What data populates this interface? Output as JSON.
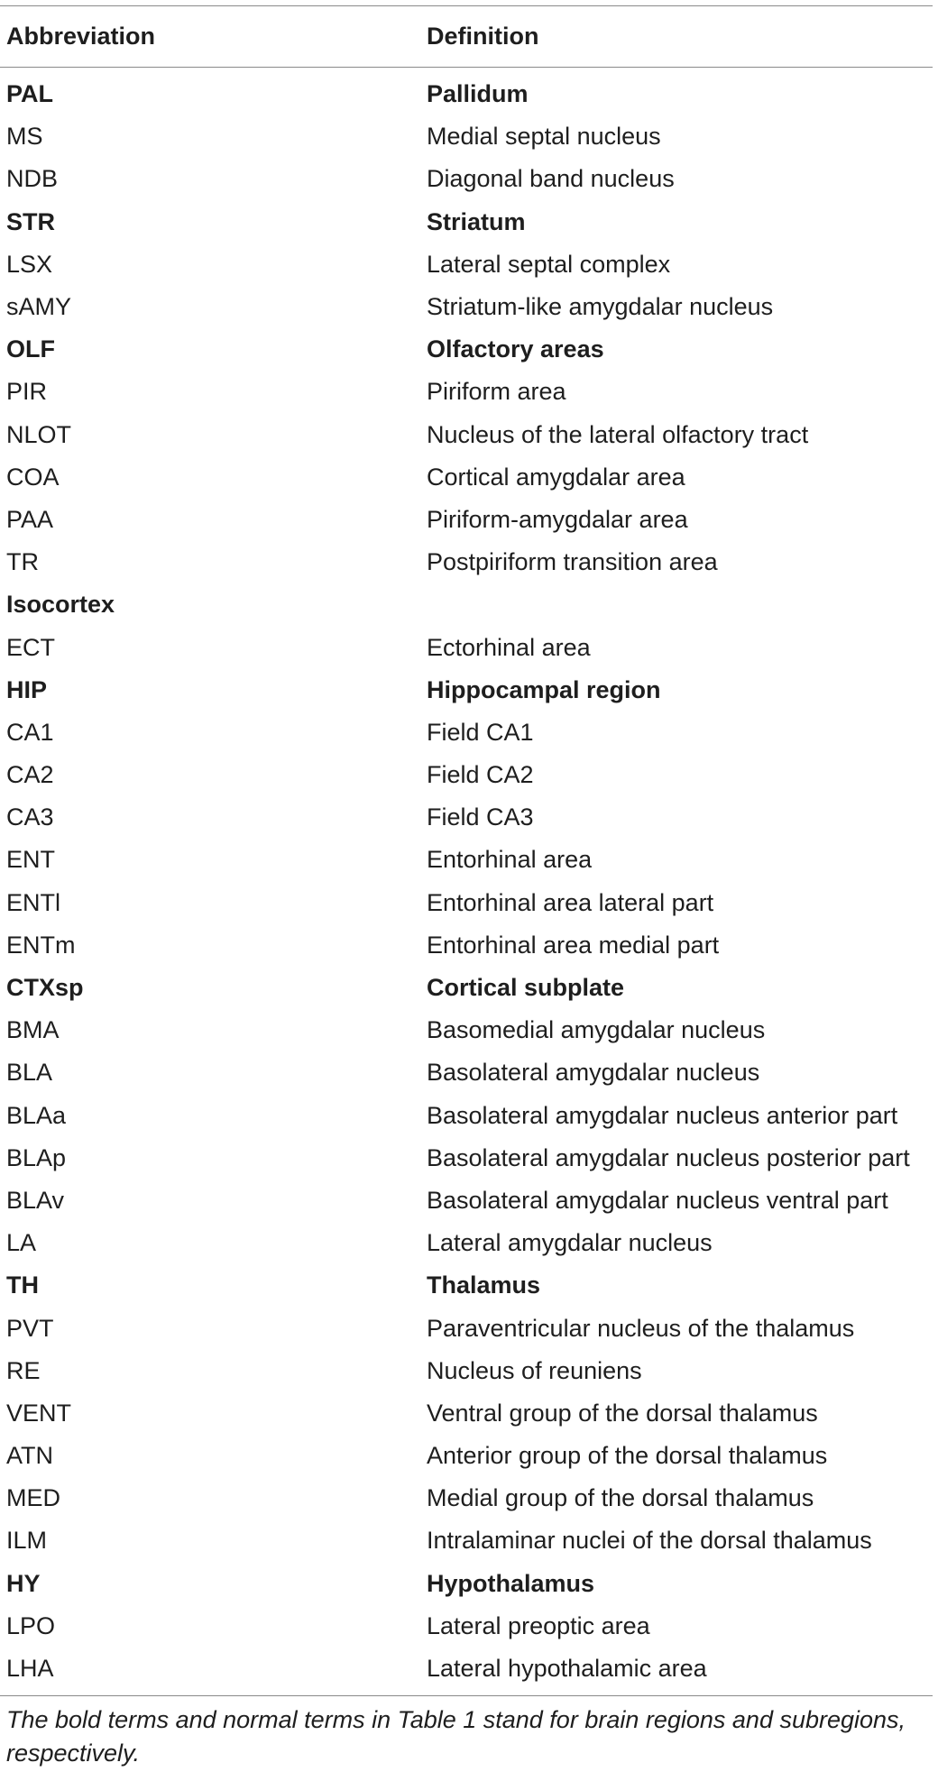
{
  "table": {
    "headers": {
      "abbreviation": "Abbreviation",
      "definition": "Definition"
    },
    "rows": [
      {
        "abbr": "PAL",
        "def": "Pallidum",
        "bold": true
      },
      {
        "abbr": "MS",
        "def": "Medial septal nucleus",
        "bold": false
      },
      {
        "abbr": "NDB",
        "def": "Diagonal band nucleus",
        "bold": false
      },
      {
        "abbr": "STR",
        "def": "Striatum",
        "bold": true
      },
      {
        "abbr": "LSX",
        "def": "Lateral septal complex",
        "bold": false
      },
      {
        "abbr": "sAMY",
        "def": "Striatum-like amygdalar nucleus",
        "bold": false
      },
      {
        "abbr": "OLF",
        "def": "Olfactory areas",
        "bold": true
      },
      {
        "abbr": "PIR",
        "def": "Piriform area",
        "bold": false
      },
      {
        "abbr": "NLOT",
        "def": "Nucleus of the lateral olfactory tract",
        "bold": false
      },
      {
        "abbr": "COA",
        "def": "Cortical amygdalar area",
        "bold": false
      },
      {
        "abbr": "PAA",
        "def": "Piriform-amygdalar area",
        "bold": false
      },
      {
        "abbr": "TR",
        "def": "Postpiriform transition area",
        "bold": false
      },
      {
        "abbr": "Isocortex",
        "def": "",
        "bold": true
      },
      {
        "abbr": "ECT",
        "def": "Ectorhinal area",
        "bold": false
      },
      {
        "abbr": "HIP",
        "def": "Hippocampal region",
        "bold": true
      },
      {
        "abbr": "CA1",
        "def": "Field CA1",
        "bold": false
      },
      {
        "abbr": "CA2",
        "def": "Field CA2",
        "bold": false
      },
      {
        "abbr": "CA3",
        "def": "Field CA3",
        "bold": false
      },
      {
        "abbr": "ENT",
        "def": "Entorhinal area",
        "bold": false
      },
      {
        "abbr": "ENTl",
        "def": "Entorhinal area lateral part",
        "bold": false
      },
      {
        "abbr": "ENTm",
        "def": "Entorhinal area medial part",
        "bold": false
      },
      {
        "abbr": "CTXsp",
        "def": "Cortical subplate",
        "bold": true
      },
      {
        "abbr": "BMA",
        "def": "Basomedial amygdalar nucleus",
        "bold": false
      },
      {
        "abbr": "BLA",
        "def": "Basolateral amygdalar nucleus",
        "bold": false
      },
      {
        "abbr": "BLAa",
        "def": "Basolateral amygdalar nucleus anterior part",
        "bold": false
      },
      {
        "abbr": "BLAp",
        "def": "Basolateral amygdalar nucleus posterior part",
        "bold": false
      },
      {
        "abbr": "BLAv",
        "def": "Basolateral amygdalar nucleus ventral part",
        "bold": false
      },
      {
        "abbr": "LA",
        "def": "Lateral amygdalar nucleus",
        "bold": false
      },
      {
        "abbr": "TH",
        "def": "Thalamus",
        "bold": true
      },
      {
        "abbr": "PVT",
        "def": "Paraventricular nucleus of the thalamus",
        "bold": false
      },
      {
        "abbr": "RE",
        "def": "Nucleus of reuniens",
        "bold": false
      },
      {
        "abbr": "VENT",
        "def": "Ventral group of the dorsal thalamus",
        "bold": false
      },
      {
        "abbr": "ATN",
        "def": "Anterior group of the dorsal thalamus",
        "bold": false
      },
      {
        "abbr": "MED",
        "def": "Medial group of the dorsal thalamus",
        "bold": false
      },
      {
        "abbr": "ILM",
        "def": "Intralaminar nuclei of the dorsal thalamus",
        "bold": false
      },
      {
        "abbr": "HY",
        "def": "Hypothalamus",
        "bold": true
      },
      {
        "abbr": "LPO",
        "def": "Lateral preoptic area",
        "bold": false
      },
      {
        "abbr": "LHA",
        "def": "Lateral hypothalamic area",
        "bold": false
      }
    ]
  },
  "footnote": "The bold terms and normal terms in Table 1 stand for brain regions and subregions, respectively."
}
